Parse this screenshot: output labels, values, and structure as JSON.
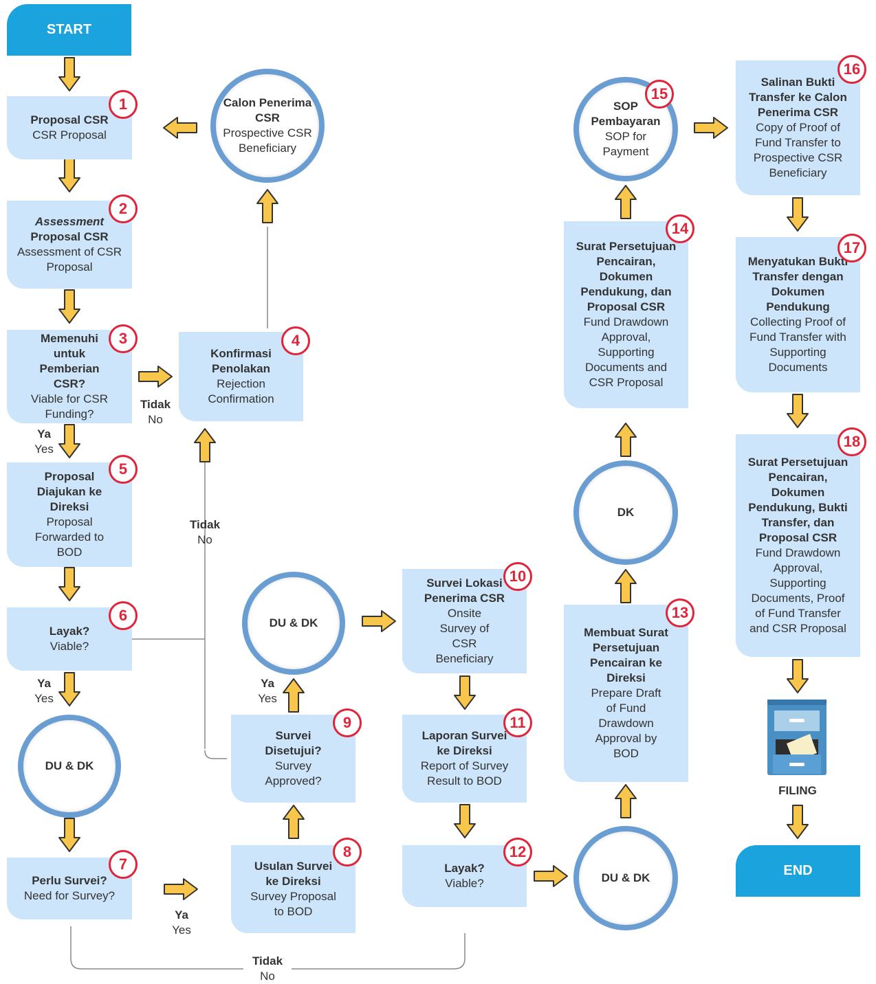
{
  "colors": {
    "box": "#cde5fa",
    "circle_border": "#6a9dd2",
    "terminal": "#1aa3dc",
    "badge": "#e0243a",
    "arrow_fill": "#f7c64a",
    "arrow_stroke": "#333333",
    "connector": "#888888"
  },
  "start": "START",
  "end": "END",
  "filing": "FILING",
  "nodes": {
    "n1": {
      "num": "1",
      "bold": "Proposal CSR",
      "en": "CSR Proposal"
    },
    "n2": {
      "num": "2",
      "ital": "Assessment",
      "bold": "Proposal CSR",
      "en": "Assessment of CSR Proposal"
    },
    "n3": {
      "num": "3",
      "bold": "Memenuhi untuk Pemberian CSR?",
      "en": "Viable for CSR Funding?"
    },
    "n4": {
      "num": "4",
      "bold": "Konfirmasi Penolakan",
      "en": "Rejection Confirmation"
    },
    "n5": {
      "num": "5",
      "bold": "Proposal Diajukan ke Direksi",
      "en": "Proposal Forwarded to BOD"
    },
    "n6": {
      "num": "6",
      "bold": "Layak?",
      "en": "Viable?"
    },
    "n7": {
      "num": "7",
      "bold": "Perlu Survei?",
      "en": "Need for Survey?"
    },
    "n8": {
      "num": "8",
      "bold": "Usulan Survei ke Direksi",
      "en": "Survey Proposal to BOD"
    },
    "n9": {
      "num": "9",
      "bold": "Survei Disetujui?",
      "en": "Survey Approved?"
    },
    "n10": {
      "num": "10",
      "bold": "Survei Lokasi Penerima CSR",
      "en": "Onsite Survey of CSR Beneficiary"
    },
    "n11": {
      "num": "11",
      "bold": "Laporan Survei ke Direksi",
      "en": "Report of Survey Result to BOD"
    },
    "n12": {
      "num": "12",
      "bold": "Layak?",
      "en": "Viable?"
    },
    "n13": {
      "num": "13",
      "bold": "Membuat Surat Persetujuan Pencairan ke Direksi",
      "en": "Prepare Draft of Fund Drawdown Approval by BOD"
    },
    "n14": {
      "num": "14",
      "bold": "Surat Persetujuan Pencairan, Dokumen Pendukung, dan Proposal CSR",
      "en": "Fund Drawdown Approval, Supporting Documents and CSR Proposal"
    },
    "n15": {
      "num": "15",
      "bold": "SOP Pembayaran",
      "en": "SOP for Payment"
    },
    "n16": {
      "num": "16",
      "bold": "Salinan Bukti Transfer ke Calon Penerima CSR",
      "en": "Copy of Proof of Fund Transfer to Prospective CSR Beneficiary"
    },
    "n17": {
      "num": "17",
      "bold": "Menyatukan Bukti Transfer dengan Dokumen Pendukung",
      "en": "Collecting Proof of Fund Transfer with Supporting Documents"
    },
    "n18": {
      "num": "18",
      "bold": "Surat Persetujuan Pencairan, Dokumen Pendukung, Bukti Transfer, dan Proposal CSR",
      "en": "Fund Drawdown Approval, Supporting Documents, Proof of Fund Transfer and CSR Proposal"
    }
  },
  "circles": {
    "calon": {
      "bold": "Calon Penerima CSR",
      "en": "Prospective CSR Beneficiary"
    },
    "du_dk_left": {
      "bold": "DU & DK"
    },
    "du_dk_mid": {
      "bold": "DU & DK"
    },
    "du_dk_right": {
      "bold": "DU & DK"
    },
    "dk": {
      "bold": "DK"
    }
  },
  "labels": {
    "tidak_3": {
      "id": "Tidak",
      "en": "No"
    },
    "ya_3": {
      "id": "Ya",
      "en": "Yes"
    },
    "tidak_6": {
      "id": "Tidak",
      "en": "No"
    },
    "ya_6": {
      "id": "Ya",
      "en": "Yes"
    },
    "ya_7": {
      "id": "Ya",
      "en": "Yes"
    },
    "ya_9": {
      "id": "Ya",
      "en": "Yes"
    },
    "tidak_bottom": {
      "id": "Tidak",
      "en": "No"
    }
  }
}
